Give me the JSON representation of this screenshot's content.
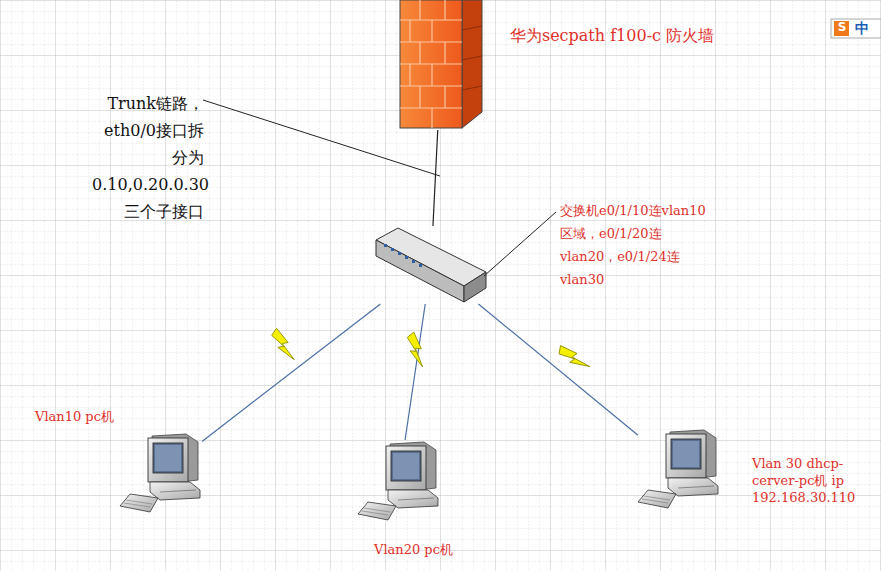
{
  "diagram": {
    "nodes": [
      {
        "text": [
          "华为secpath f100-c 防火墙"
        ]
      },
      {
        "text": [
          "交换机e0/1/10连vlan10区域，e0/1/20连vlan20，e0/1/24连vlan30"
        ]
      },
      {
        "text": [
          "Vlan10 pc机"
        ]
      },
      {
        "text": [
          "Vlan20 pc机"
        ]
      },
      {
        "text": [
          "Vlan 30 dhcp-cerver-pc机 ip 192.168.30.110"
        ]
      }
    ],
    "edges": [
      {
        "from": 0,
        "to": 1,
        "arrow": "none"
      },
      {
        "from": 1,
        "to": 2,
        "arrow": "none"
      },
      {
        "from": 1,
        "to": 3,
        "arrow": "none"
      },
      {
        "from": 1,
        "to": 4,
        "arrow": "none"
      }
    ],
    "labels": [
      "Trunk链路，eth0/0接口拆分为0.10,0.20.0.30三个子接口",
      "S",
      "中"
    ]
  }
}
